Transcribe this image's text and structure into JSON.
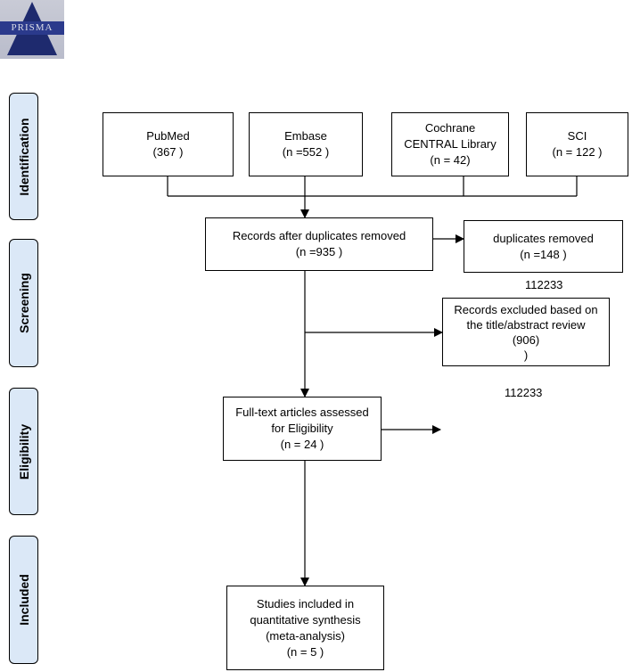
{
  "logo": {
    "text": "PRISMA"
  },
  "phases": [
    {
      "label": "Identification"
    },
    {
      "label": "Screening"
    },
    {
      "label": "Eligibility"
    },
    {
      "label": "Included"
    }
  ],
  "boxes": {
    "pubmed": {
      "line1": "PubMed",
      "line2": "(367 )"
    },
    "embase": {
      "line1": "Embase",
      "line2": "(n =552 )"
    },
    "cochrane": {
      "line1": "Cochrane",
      "line2": "CENTRAL Library",
      "line3": "(n = 42)"
    },
    "sci": {
      "line1": "SCI",
      "line2": "(n = 122 )"
    },
    "after_duplicates": {
      "line1": "Records after duplicates removed",
      "line2": "(n =935  )"
    },
    "duplicates_removed": {
      "line1": "duplicates removed",
      "line2": "(n =148    )"
    },
    "excluded_title": {
      "line1": "Records excluded based on",
      "line2": "the title/abstract review",
      "line3": "(906)",
      "line4": ")"
    },
    "full_text": {
      "line1": "Full-text articles assessed",
      "line2": "for Eligibility",
      "line3": "(n = 24  )"
    },
    "included": {
      "line1": "Studies included in",
      "line2": "quantitative synthesis",
      "line3": "(meta-analysis)",
      "line4": "(n = 5 )"
    }
  },
  "notes": {
    "note1": "112233",
    "note2": "112233"
  }
}
